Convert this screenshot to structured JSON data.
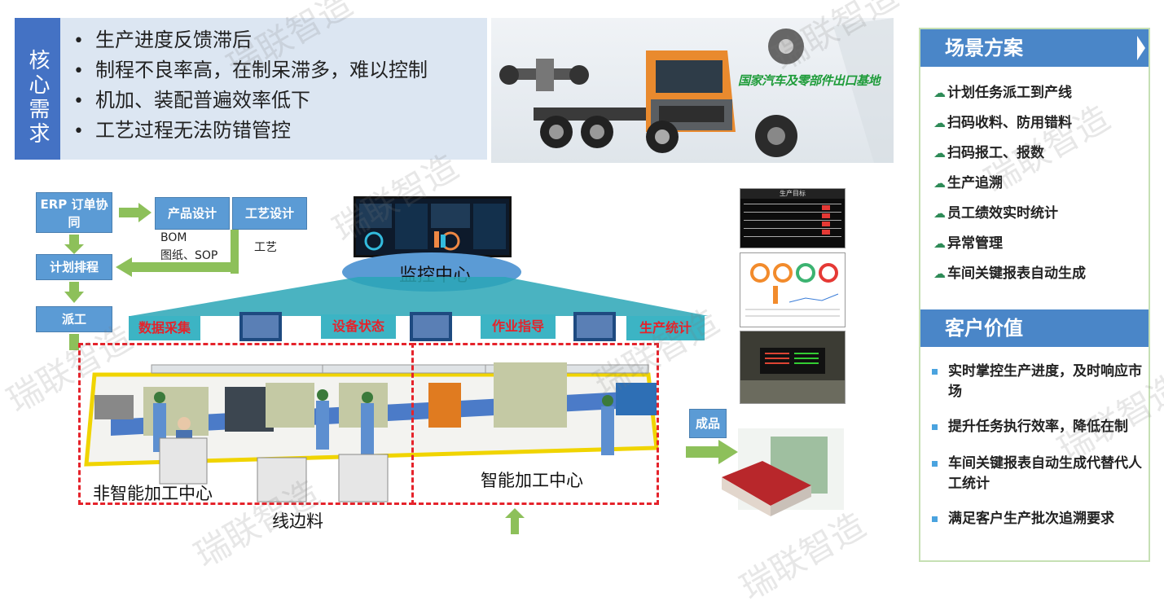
{
  "core_needs": {
    "tag": "核心需求",
    "items": [
      "生产进度反馈滞后",
      "制程不良率高，在制呆滞多，难以控制",
      "机加、装配普遍效率低下",
      "工艺过程无法防错管控"
    ]
  },
  "truck_banner": {
    "caption": "国家汽车及零部件出口基地"
  },
  "flow": {
    "erp": "ERP 订单协同",
    "product_design": "产品设计",
    "process_design": "工艺设计",
    "bom": "BOM",
    "drawing_sop": "图纸、SOP",
    "process": "工艺",
    "plan": "计划排程",
    "dispatch": "派工",
    "finished": "成品"
  },
  "monitor_center": "监控中心",
  "steps": [
    "数据采集",
    "设备状态",
    "作业指导",
    "生产统计"
  ],
  "zones": {
    "non_smart": "非智能加工中心",
    "smart": "智能加工中心",
    "line_side": "线边料"
  },
  "side_screen": {
    "title": "生产目标"
  },
  "right_panel": {
    "scene_title": "场景方案",
    "scene_items": [
      "计划任务派工到产线",
      "扫码收料、防用错料",
      "扫码报工、报数",
      "生产追溯",
      "员工绩效实时统计",
      "异常管理",
      "车间关键报表自动生成"
    ],
    "value_title": "客户价值",
    "value_items": [
      "实时掌控生产进度，及时响应市场",
      "提升任务执行效率，降低在制",
      "车间关键报表自动生成代替代人工统计",
      "满足客户生产批次追溯要求"
    ]
  },
  "watermark": "瑞联智造",
  "colors": {
    "blue": "#4472c4",
    "flow_blue": "#5b9bd5",
    "arrow_green": "#8dc05a",
    "dash_red": "#e5232b",
    "teal": "#2aa6b6"
  }
}
